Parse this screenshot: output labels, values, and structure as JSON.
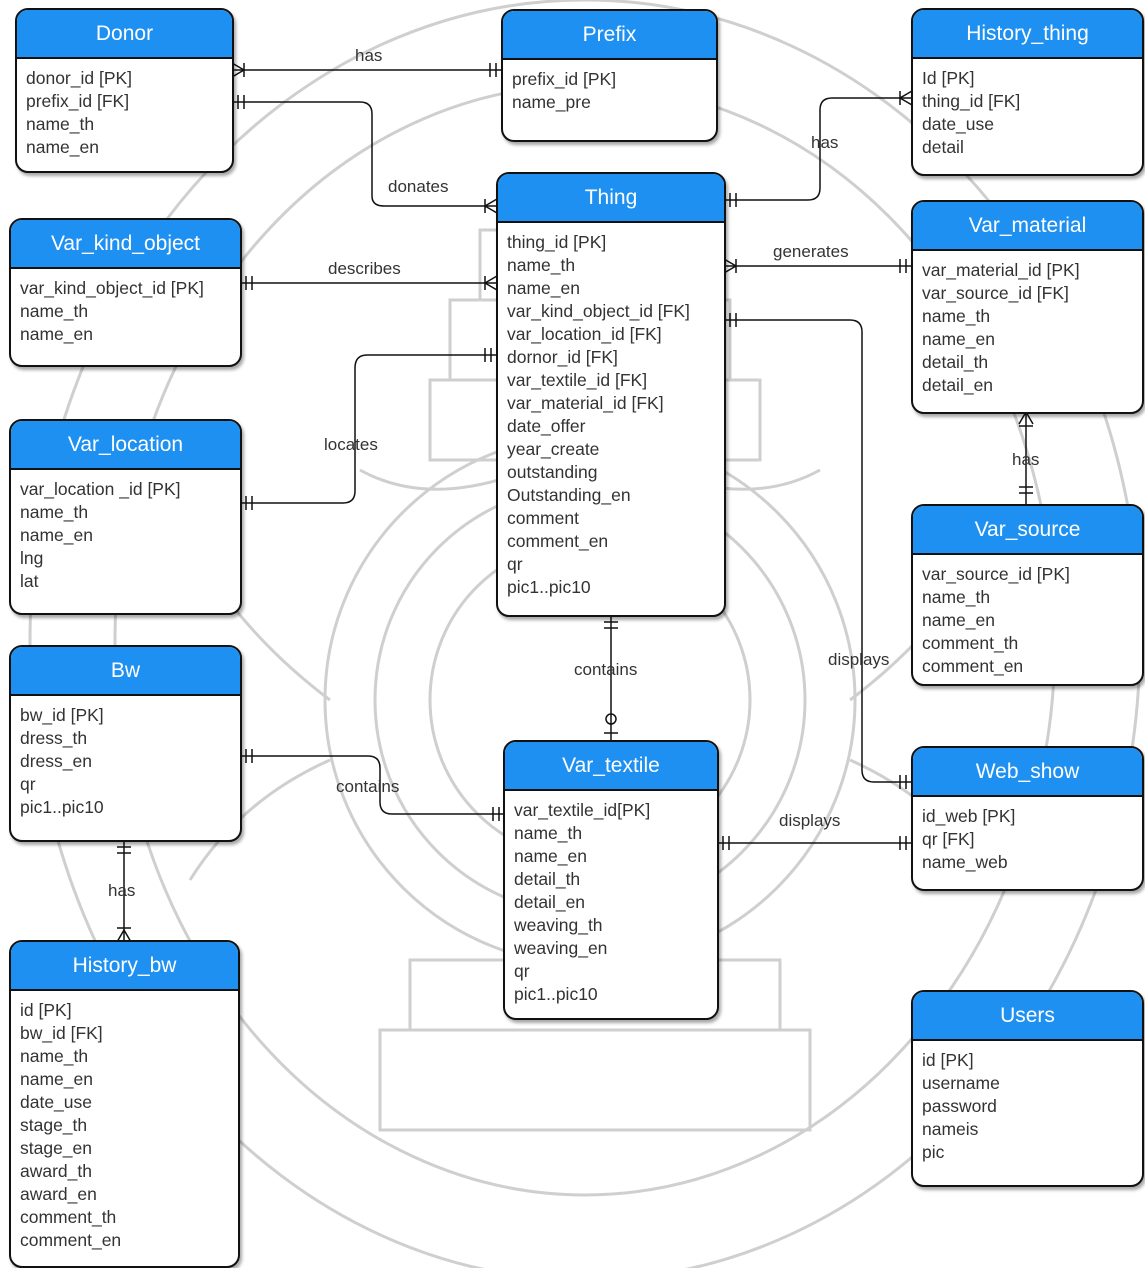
{
  "entities": {
    "donor": {
      "title": "Donor",
      "fields": [
        "donor_id [PK]",
        "prefix_id [FK]",
        "name_th",
        "name_en"
      ]
    },
    "prefix": {
      "title": "Prefix",
      "fields": [
        "prefix_id [PK]",
        "name_pre"
      ]
    },
    "history_thing": {
      "title": "History_thing",
      "fields": [
        "Id [PK]",
        "thing_id [FK]",
        "date_use",
        "detail"
      ]
    },
    "var_kind_object": {
      "title": "Var_kind_object",
      "fields": [
        "var_kind_object_id [PK]",
        "name_th",
        "name_en"
      ]
    },
    "thing": {
      "title": "Thing",
      "fields": [
        "thing_id [PK]",
        "name_th",
        "name_en",
        "var_kind_object_id [FK]",
        "var_location_id [FK]",
        "dornor_id [FK]",
        "var_textile_id [FK]",
        "var_material_id [FK]",
        "date_offer",
        "year_create",
        "outstanding",
        "Outstanding_en",
        "comment",
        "comment_en",
        "qr",
        "pic1..pic10"
      ]
    },
    "var_material": {
      "title": "Var_material",
      "fields": [
        "var_material_id [PK]",
        "var_source_id [FK]",
        "name_th",
        "name_en",
        "detail_th",
        "detail_en"
      ]
    },
    "var_location": {
      "title": "Var_location",
      "fields": [
        "var_location _id [PK]",
        "name_th",
        "name_en",
        "lng",
        "lat"
      ]
    },
    "var_source": {
      "title": "Var_source",
      "fields": [
        "var_source_id [PK]",
        "name_th",
        "name_en",
        "comment_th",
        "comment_en"
      ]
    },
    "bw": {
      "title": "Bw",
      "fields": [
        "bw_id [PK]",
        "dress_th",
        "dress_en",
        "qr",
        "pic1..pic10"
      ]
    },
    "var_textile": {
      "title": "Var_textile",
      "fields": [
        "var_textile_id[PK]",
        "name_th",
        "name_en",
        "detail_th",
        "detail_en",
        "weaving_th",
        "weaving_en",
        "qr",
        "pic1..pic10"
      ]
    },
    "web_show": {
      "title": "Web_show",
      "fields": [
        "id_web [PK]",
        "qr [FK]",
        "name_web"
      ]
    },
    "history_bw": {
      "title": "History_bw",
      "fields": [
        "id [PK]",
        "bw_id [FK]",
        "name_th",
        "name_en",
        "date_use",
        "stage_th",
        "stage_en",
        "award_th",
        "award_en",
        "comment_th",
        "comment_en"
      ]
    },
    "users": {
      "title": "Users",
      "fields": [
        "id [PK]",
        "username",
        "password",
        "nameis",
        "pic"
      ]
    }
  },
  "relationships": {
    "donor_prefix": "has",
    "donor_thing": "donates",
    "thing_history": "has",
    "kind_thing": "describes",
    "thing_material": "generates",
    "location_thing": "locates",
    "material_source": "has",
    "thing_textile": "contains",
    "bw_textile": "contains",
    "thing_web": "displays",
    "textile_web": "displays",
    "bw_history": "has"
  },
  "colors": {
    "header": "#1e90f2",
    "border": "#111111",
    "watermark": "#c9c9c9"
  }
}
